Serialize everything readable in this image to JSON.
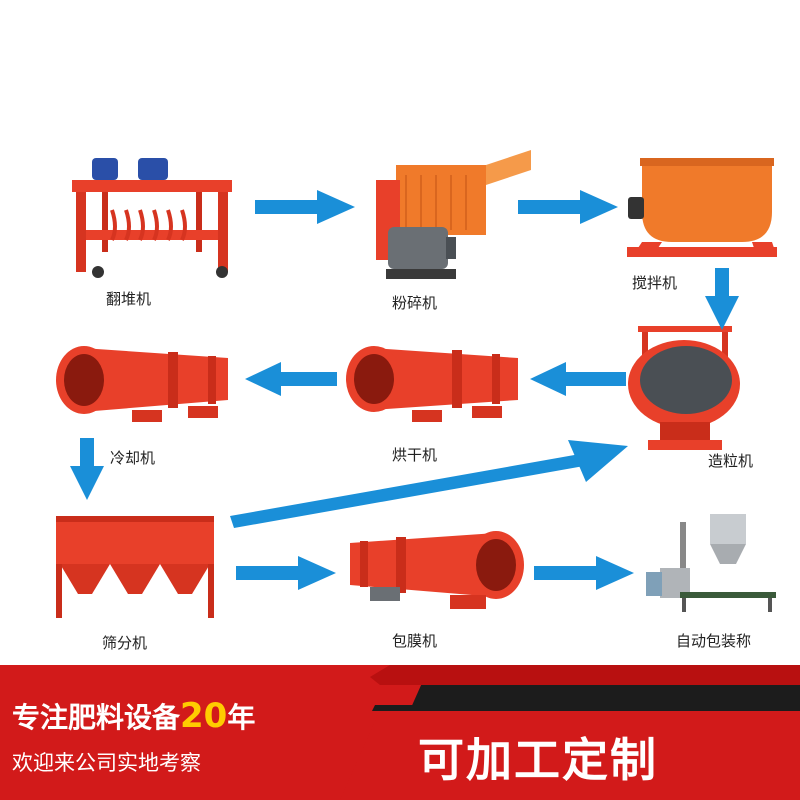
{
  "machines": [
    {
      "key": "turner",
      "label": "翻堆机"
    },
    {
      "key": "crusher",
      "label": "粉碎机"
    },
    {
      "key": "mixer",
      "label": "搅拌机"
    },
    {
      "key": "granulator",
      "label": "造粒机"
    },
    {
      "key": "dryer",
      "label": "烘干机"
    },
    {
      "key": "cooler",
      "label": "冷却机"
    },
    {
      "key": "screener",
      "label": "筛分机"
    },
    {
      "key": "coater",
      "label": "包膜机"
    },
    {
      "key": "packer",
      "label": "自动包装称"
    }
  ],
  "banner": {
    "slogan_prefix": "专注肥料设备",
    "slogan_number": "20",
    "slogan_suffix": "年",
    "slogan_sub": "欢迎来公司实地考察",
    "cta": "可加工定制"
  },
  "colors": {
    "machine_red": "#e8402a",
    "machine_orange": "#f07a2a",
    "arrow_blue": "#1a8fd8",
    "banner_red": "#d21a1a",
    "banner_dark": "#1c1c1c",
    "highlight_yellow": "#ffcc00"
  }
}
